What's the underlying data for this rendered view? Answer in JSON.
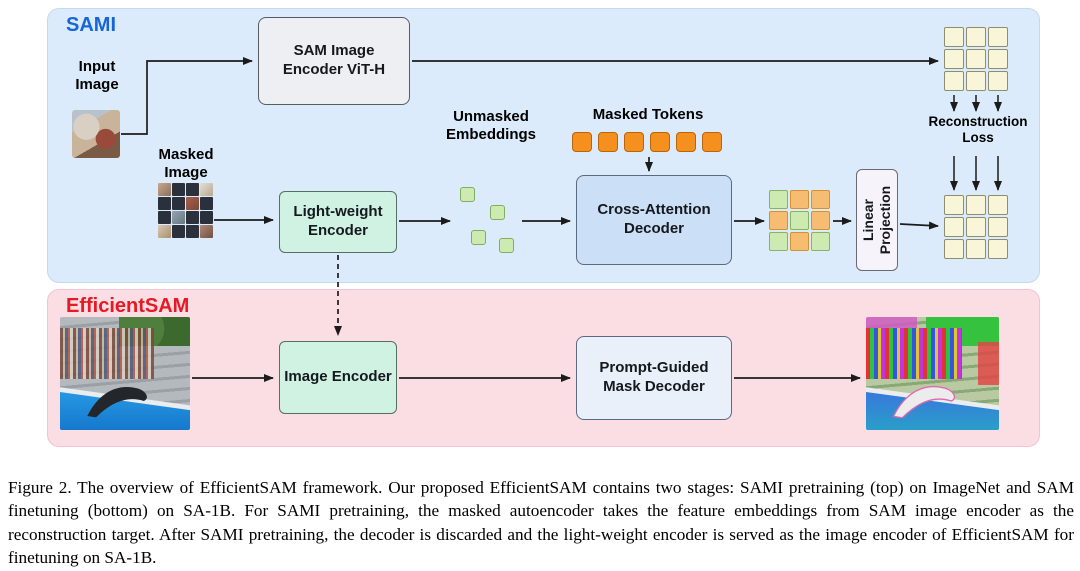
{
  "figure": {
    "panels": {
      "sami": {
        "title": "SAMI",
        "labels": {
          "input_image": "Input Image",
          "masked_image": "Masked Image",
          "unmasked_embeddings": "Unmasked Embeddings",
          "masked_tokens": "Masked Tokens",
          "reconstruction_loss": "Reconstruction Loss"
        },
        "boxes": {
          "sam_encoder": "SAM Image Encoder ViT-H",
          "lightweight_encoder": "Light-weight Encoder",
          "cross_attention_decoder": "Cross-Attention Decoder",
          "linear_projection": "Linear Projection"
        }
      },
      "efficientsam": {
        "title": "EfficientSAM",
        "boxes": {
          "image_encoder": "Image Encoder",
          "mask_decoder": "Prompt-Guided Mask Decoder"
        }
      }
    },
    "tokens": {
      "masked_count": 6,
      "unmasked_count": 4
    },
    "colors": {
      "sami_bg": "#dcebfb",
      "sami_title": "#1766d8",
      "efficientsam_bg": "#fbdde4",
      "efficientsam_title": "#e51a24",
      "masked_token": "#f5901e",
      "unmasked_embedding": "#cdeab0",
      "decoder_output_green": "#cdeab0",
      "decoder_output_orange": "#f6bd72",
      "feature_grid": "#f9f5d8",
      "encoder_box": "#cff2e3",
      "decoder_box": "#cbdff7",
      "sam_box": "#edeff2"
    },
    "grids": {
      "masked_tokens_row": [
        [
          "tok",
          "tok",
          "tok",
          "tok",
          "tok",
          "tok"
        ]
      ],
      "decoder_output": [
        [
          "g",
          "o",
          "o"
        ],
        [
          "o",
          "g",
          "o"
        ],
        [
          "g",
          "o",
          "g"
        ]
      ],
      "sam_feature_target": [
        [
          "c",
          "c",
          "c"
        ],
        [
          "c",
          "c",
          "c"
        ],
        [
          "c",
          "c",
          "c"
        ]
      ],
      "reconstructed_features": [
        [
          "c",
          "c",
          "c"
        ],
        [
          "c",
          "c",
          "c"
        ],
        [
          "c",
          "c",
          "c"
        ]
      ],
      "masked_image": [
        [
          "p1",
          "d",
          "d",
          "p2"
        ],
        [
          "d",
          "d",
          "p3",
          "d"
        ],
        [
          "d",
          "p4",
          "d",
          "d"
        ],
        [
          "p5",
          "d",
          "d",
          "p6"
        ]
      ]
    }
  },
  "caption": {
    "text": "Figure 2. The overview of EfficientSAM framework. Our proposed EfficientSAM contains two stages: SAMI pretraining (top) on ImageNet and SAM finetuning (bottom) on SA-1B. For SAMI pretraining, the masked autoencoder takes the feature embeddings from SAM image encoder as the reconstruction target. After SAMI pretraining, the decoder is discarded and the light-weight encoder is served as the image encoder of EfficientSAM for finetuning on SA-1B."
  }
}
